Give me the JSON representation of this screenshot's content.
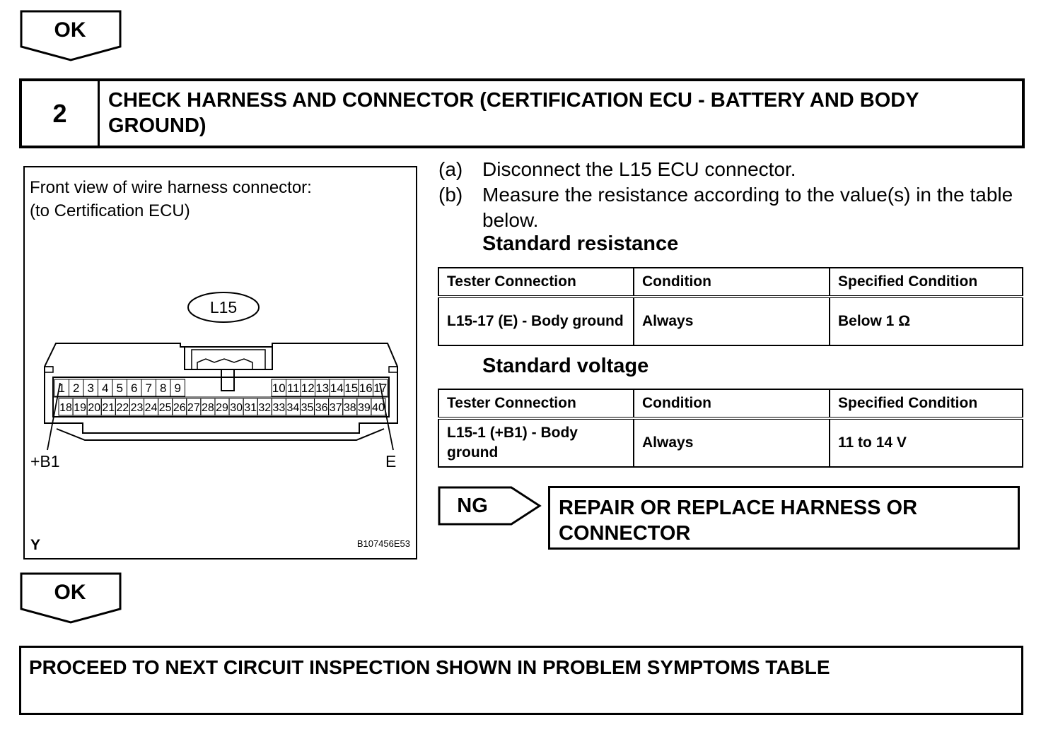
{
  "ok_label": "OK",
  "step": {
    "number": "2",
    "title": "CHECK HARNESS AND CONNECTOR (CERTIFICATION ECU - BATTERY AND BODY GROUND)"
  },
  "figure": {
    "caption_line1": "Front view of wire harness connector:",
    "caption_line2": "(to Certification ECU)",
    "connector_name": "L15",
    "pins_top_left": [
      "1",
      "2",
      "3",
      "4",
      "5",
      "6",
      "7",
      "8",
      "9"
    ],
    "pins_top_right": [
      "10",
      "11",
      "12",
      "13",
      "14",
      "15",
      "16",
      "17"
    ],
    "pins_bottom": [
      "18",
      "19",
      "20",
      "21",
      "22",
      "23",
      "24",
      "25",
      "26",
      "27",
      "28",
      "29",
      "30",
      "31",
      "32",
      "33",
      "34",
      "35",
      "36",
      "37",
      "38",
      "39",
      "40"
    ],
    "label_left": "+B1",
    "label_right": "E",
    "view_letter": "Y",
    "figure_code": "B107456E53"
  },
  "instructions": [
    {
      "marker": "(a)",
      "text": "Disconnect the L15 ECU connector."
    },
    {
      "marker": "(b)",
      "text": "Measure the resistance according to the value(s) in the table below."
    }
  ],
  "resistance": {
    "heading": "Standard resistance",
    "headers": [
      "Tester Connection",
      "Condition",
      "Specified Condition"
    ],
    "row": [
      "L15-17 (E) - Body ground",
      "Always",
      "Below 1 Ω"
    ]
  },
  "voltage": {
    "heading": "Standard voltage",
    "headers": [
      "Tester Connection",
      "Condition",
      "Specified Condition"
    ],
    "row": [
      "L15-1 (+B1) - Body ground",
      "Always",
      "11 to 14 V"
    ]
  },
  "ng": {
    "label": "NG",
    "action": "REPAIR OR REPLACE HARNESS OR CONNECTOR"
  },
  "final_action": "PROCEED TO NEXT CIRCUIT INSPECTION SHOWN IN PROBLEM SYMPTOMS TABLE"
}
